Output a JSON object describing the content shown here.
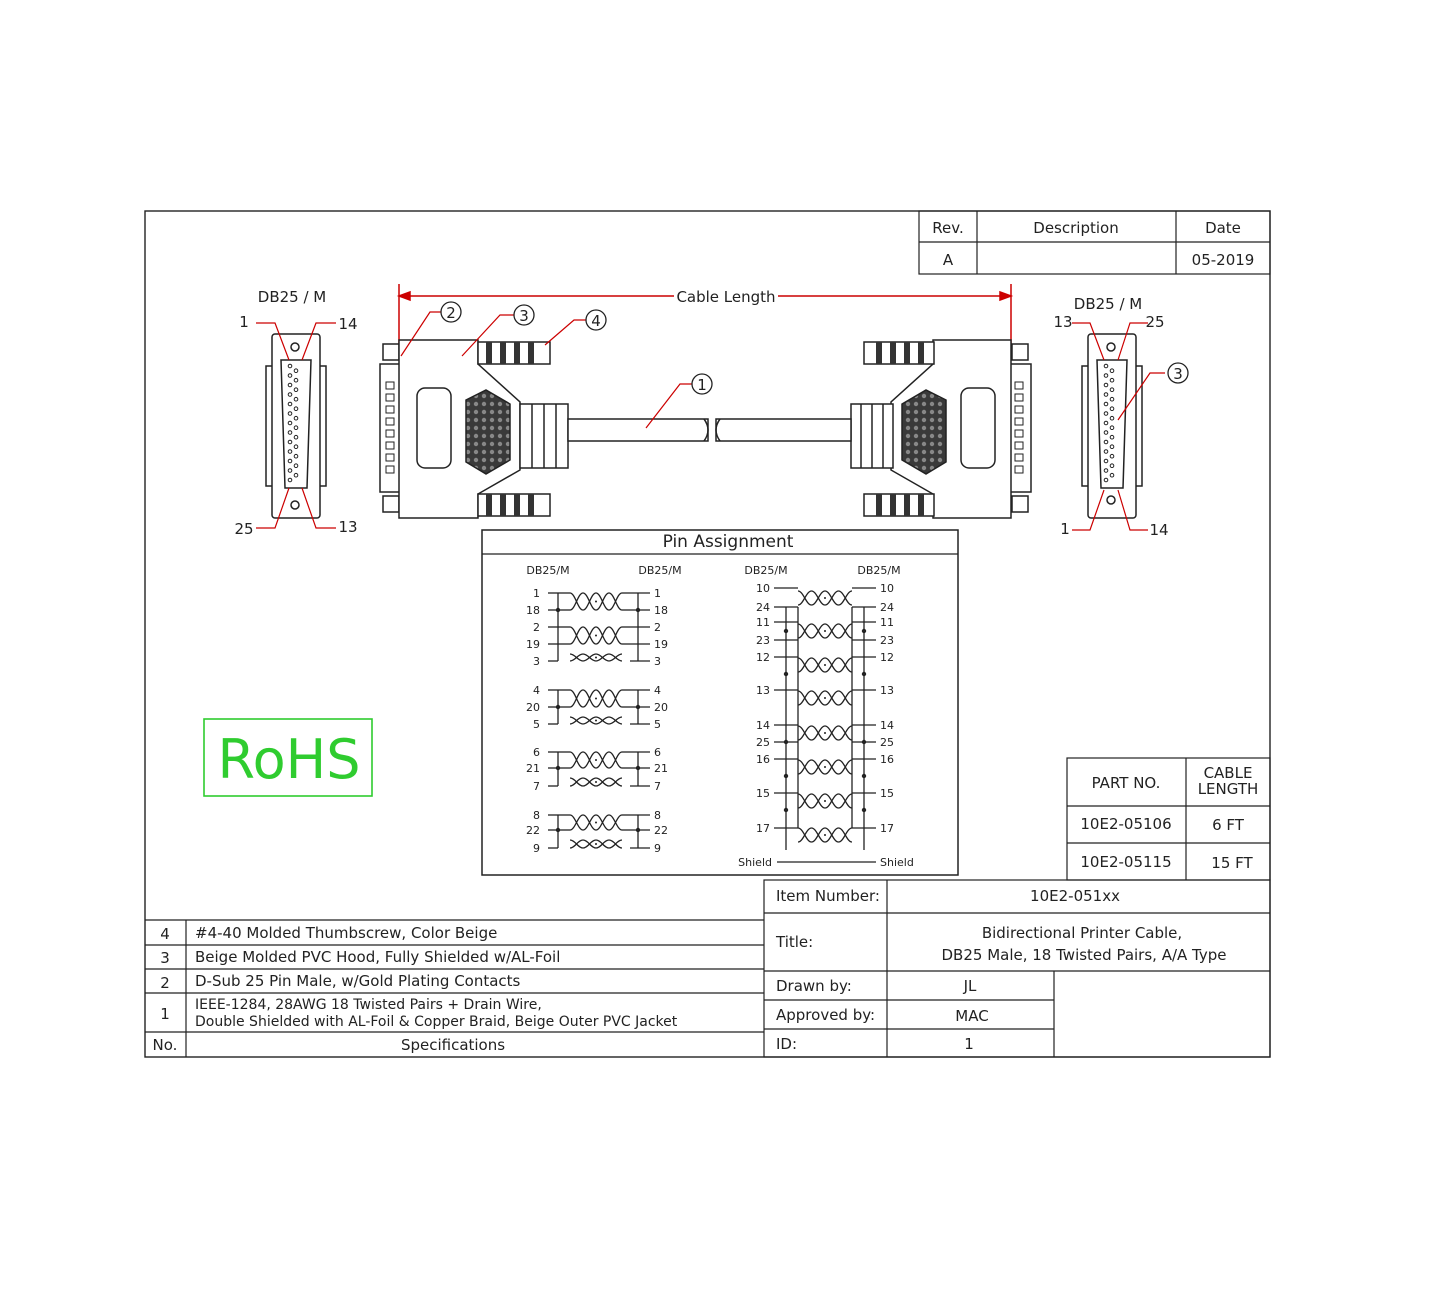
{
  "revision_table": {
    "headers": {
      "rev": "Rev.",
      "description": "Description",
      "date": "Date"
    },
    "rows": [
      {
        "rev": "A",
        "description": "",
        "date": "05-2019"
      }
    ]
  },
  "cable": {
    "length_label": "Cable Length",
    "left_connector": {
      "label": "DB25 / M",
      "pins": {
        "top_left": "1",
        "top_right": "14",
        "bottom_left": "25",
        "bottom_right": "13"
      }
    },
    "right_connector": {
      "label": "DB25 / M",
      "pins": {
        "top_left": "13",
        "top_right": "25",
        "bottom_left": "1",
        "bottom_right": "14"
      }
    },
    "callouts": [
      "1",
      "2",
      "3",
      "4"
    ]
  },
  "pin_assignment": {
    "title": "Pin Assignment",
    "col_header": "DB25/M",
    "left_pins": [
      "1",
      "18",
      "2",
      "19",
      "3",
      "4",
      "20",
      "5",
      "6",
      "21",
      "7",
      "8",
      "22",
      "9"
    ],
    "right_pins": [
      "10",
      "24",
      "11",
      "23",
      "12",
      "13",
      "14",
      "25",
      "16",
      "15",
      "17"
    ],
    "shield": "Shield"
  },
  "rohs": {
    "label": "RoHS",
    "color": "#2fcc2f"
  },
  "part_table": {
    "headers": {
      "part_no": "PART NO.",
      "cable_length_1": "CABLE",
      "cable_length_2": "LENGTH"
    },
    "rows": [
      {
        "part_no": "10E2-05106",
        "length": "6 FT"
      },
      {
        "part_no": "10E2-05115",
        "length": "15 FT"
      }
    ]
  },
  "bom": {
    "headers": {
      "no": "No.",
      "spec": "Specifications"
    },
    "rows": [
      {
        "no": "4",
        "lines": [
          "#4-40 Molded Thumbscrew, Color Beige"
        ]
      },
      {
        "no": "3",
        "lines": [
          "Beige Molded PVC Hood, Fully Shielded w/AL-Foil"
        ]
      },
      {
        "no": "2",
        "lines": [
          "D-Sub 25 Pin Male,  w/Gold Plating  Contacts"
        ]
      },
      {
        "no": "1",
        "lines": [
          "IEEE-1284, 28AWG 18 Twisted Pairs + Drain Wire,",
          "Double Shielded with AL-Foil & Copper Braid, Beige Outer PVC Jacket"
        ]
      }
    ]
  },
  "title_block": {
    "item_number_label": "Item Number:",
    "item_number": "10E2-051xx",
    "title_label": "Title:",
    "title_lines": [
      "Bidirectional Printer Cable,",
      "DB25 Male, 18 Twisted Pairs, A/A Type"
    ],
    "drawn_by_label": "Drawn by:",
    "drawn_by": "JL",
    "approved_by_label": "Approved by:",
    "approved_by": "MAC",
    "id_label": "ID:",
    "id": "1"
  }
}
